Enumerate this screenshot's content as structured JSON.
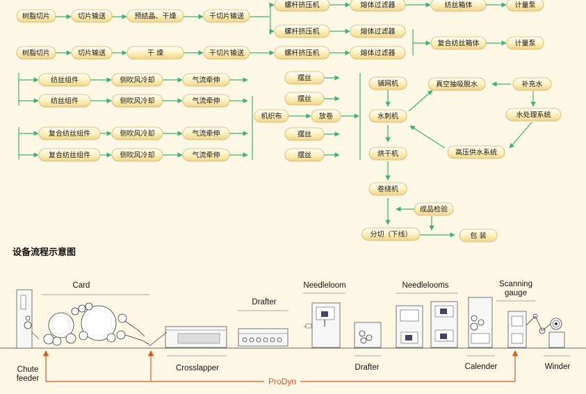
{
  "flow": {
    "nodes": [
      {
        "id": "n1",
        "label": "树脂切片"
      },
      {
        "id": "n2",
        "label": "切片输送"
      },
      {
        "id": "n3",
        "label": "预结晶、干燥"
      },
      {
        "id": "n4",
        "label": "干切片输送"
      },
      {
        "id": "n5",
        "label": "螺杆挤压机"
      },
      {
        "id": "n6",
        "label": "熔体过滤器"
      },
      {
        "id": "n7",
        "label": "纺丝箱体"
      },
      {
        "id": "n8",
        "label": "计量泵"
      },
      {
        "id": "n9",
        "label": "螺杆挤压机"
      },
      {
        "id": "n10",
        "label": "熔体过滤器"
      },
      {
        "id": "n11",
        "label": "树脂切片"
      },
      {
        "id": "n12",
        "label": "切片输送"
      },
      {
        "id": "n13",
        "label": "干 燥"
      },
      {
        "id": "n14",
        "label": "干切片输送"
      },
      {
        "id": "n15",
        "label": "螺杆挤压机"
      },
      {
        "id": "n16",
        "label": "熔体过滤器"
      },
      {
        "id": "n17",
        "label": "复合纺丝箱体"
      },
      {
        "id": "n18",
        "label": "计量泵"
      },
      {
        "id": "n19",
        "label": "纺丝组件"
      },
      {
        "id": "n20",
        "label": "侧吹风冷却"
      },
      {
        "id": "n21",
        "label": "气流牵伸"
      },
      {
        "id": "n22",
        "label": "纺丝组件"
      },
      {
        "id": "n23",
        "label": "侧吹风冷却"
      },
      {
        "id": "n24",
        "label": "气流牵伸"
      },
      {
        "id": "n25",
        "label": "复合纺丝组件"
      },
      {
        "id": "n26",
        "label": "侧吹风冷却"
      },
      {
        "id": "n27",
        "label": "气流牵伸"
      },
      {
        "id": "n28",
        "label": "复合纺丝组件"
      },
      {
        "id": "n29",
        "label": "侧吹风冷却"
      },
      {
        "id": "n30",
        "label": "气流牵伸"
      },
      {
        "id": "n31",
        "label": "摆丝"
      },
      {
        "id": "n32",
        "label": "摆丝"
      },
      {
        "id": "n33",
        "label": "摆丝"
      },
      {
        "id": "n34",
        "label": "摆丝"
      },
      {
        "id": "n35",
        "label": "机织布"
      },
      {
        "id": "n36",
        "label": "放卷"
      },
      {
        "id": "n37",
        "label": "铺网机"
      },
      {
        "id": "n38",
        "label": "水刺机"
      },
      {
        "id": "n39",
        "label": "烘干机"
      },
      {
        "id": "n40",
        "label": "卷绕机"
      },
      {
        "id": "n41",
        "label": "真空抽吸脱水"
      },
      {
        "id": "n42",
        "label": "补充水"
      },
      {
        "id": "n43",
        "label": "水处理系统"
      },
      {
        "id": "n44",
        "label": "高压供水系统"
      },
      {
        "id": "n45",
        "label": "成品检验"
      },
      {
        "id": "n46",
        "label": "分切（下线）"
      },
      {
        "id": "n47",
        "label": "包 装"
      }
    ],
    "section_title": "设备流程示意图"
  },
  "machinery": {
    "labels": {
      "card": "Card",
      "drafter_top": "Drafter",
      "needleloom": "Needleloom",
      "needlelooms": "Needlelooms",
      "scanning_gauge": "Scanning gauge",
      "chute_feeder": "Chute feeder",
      "crosslapper": "Crosslapper",
      "drafter_bottom": "Drafter",
      "calender": "Calender",
      "winder": "Winder",
      "prodyn": "ProDyn"
    },
    "colors": {
      "prodyn_line": "#e2561e",
      "arrow_green": "#3cb371",
      "pill_fill": "#fff3c4"
    }
  }
}
